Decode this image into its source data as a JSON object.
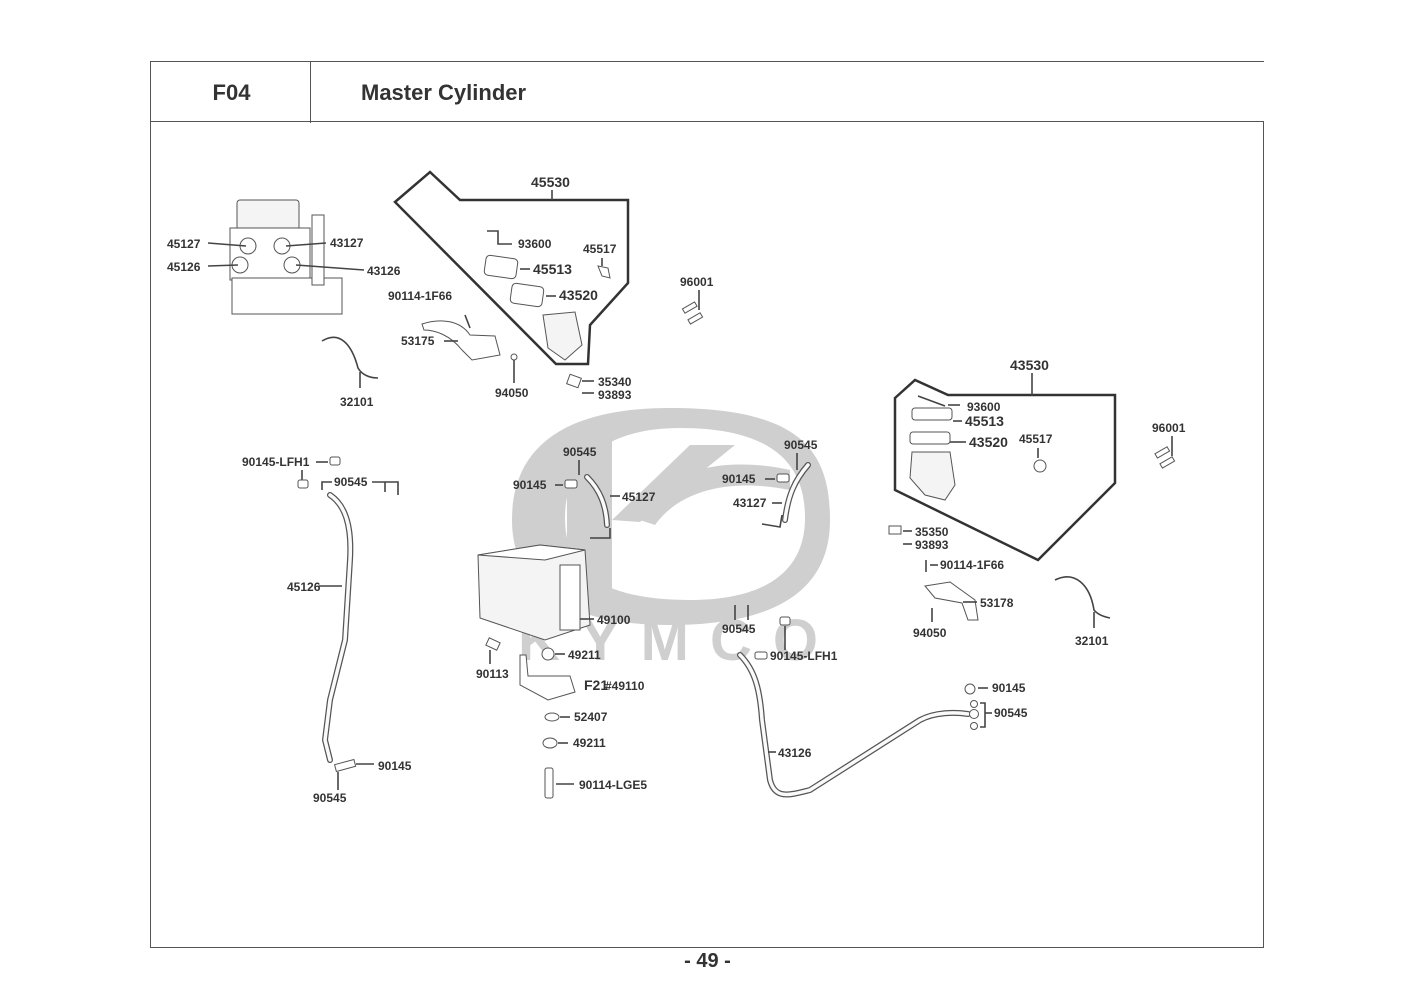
{
  "header": {
    "section_code": "F04",
    "title": "Master Cylinder"
  },
  "footer": {
    "page_number": "- 49 -"
  },
  "watermark": {
    "brand": "KYMCO",
    "color": "#cfcfcf"
  },
  "parts": {
    "abs_unit_top": {
      "brake_hose_front_upper": "45127",
      "brake_hose_front_lower": "45126",
      "brake_hose_rear_upper": "43127",
      "brake_hose_rear_lower": "43126"
    },
    "front_master_cylinder_kit": {
      "kit": "45530",
      "screw": "93600",
      "cap": "45513",
      "diaphragm": "43520",
      "clamp": "45517",
      "lever_bolt": "90114-1F66",
      "lever": "53175",
      "nut": "94050",
      "switch": "35340",
      "switch_screw": "93893",
      "wire": "32101"
    },
    "bolts_left": "96001",
    "rear_master_cylinder_kit": {
      "kit": "43530",
      "screw": "93600",
      "cap": "45513",
      "diaphragm": "43520",
      "clamp": "45517",
      "switch": "35350",
      "switch_screw": "93893",
      "lever_bolt": "90114-1F66",
      "lever": "53178",
      "nut": "94050",
      "wire": "32101"
    },
    "bolts_right": "96001",
    "front_hose_assembly": {
      "bolt_top": "90145-LFH1",
      "washers_top": "90545",
      "hose": "45126",
      "bolt_bottom": "90145",
      "washers_bottom": "90545"
    },
    "front_short_hose": {
      "washers": "90545",
      "bolt": "90145",
      "hose": "45127"
    },
    "rear_short_hose": {
      "washers": "90545",
      "bolt": "90145",
      "hose": "43127"
    },
    "abs_unit": {
      "unit": "49100",
      "grommet_top": "49211",
      "collar_pin": "90113",
      "bracket_ref_prefix": "F21",
      "bracket_ref_suffix": "#49110",
      "washer": "52407",
      "grommet_bottom": "49211",
      "bolt": "90114-LGE5"
    },
    "rear_hose_assembly": {
      "washers_top": "90545",
      "bolt_top": "90145-LFH1",
      "hose": "43126",
      "bolt_end": "90145",
      "washers_end": "90545"
    }
  }
}
